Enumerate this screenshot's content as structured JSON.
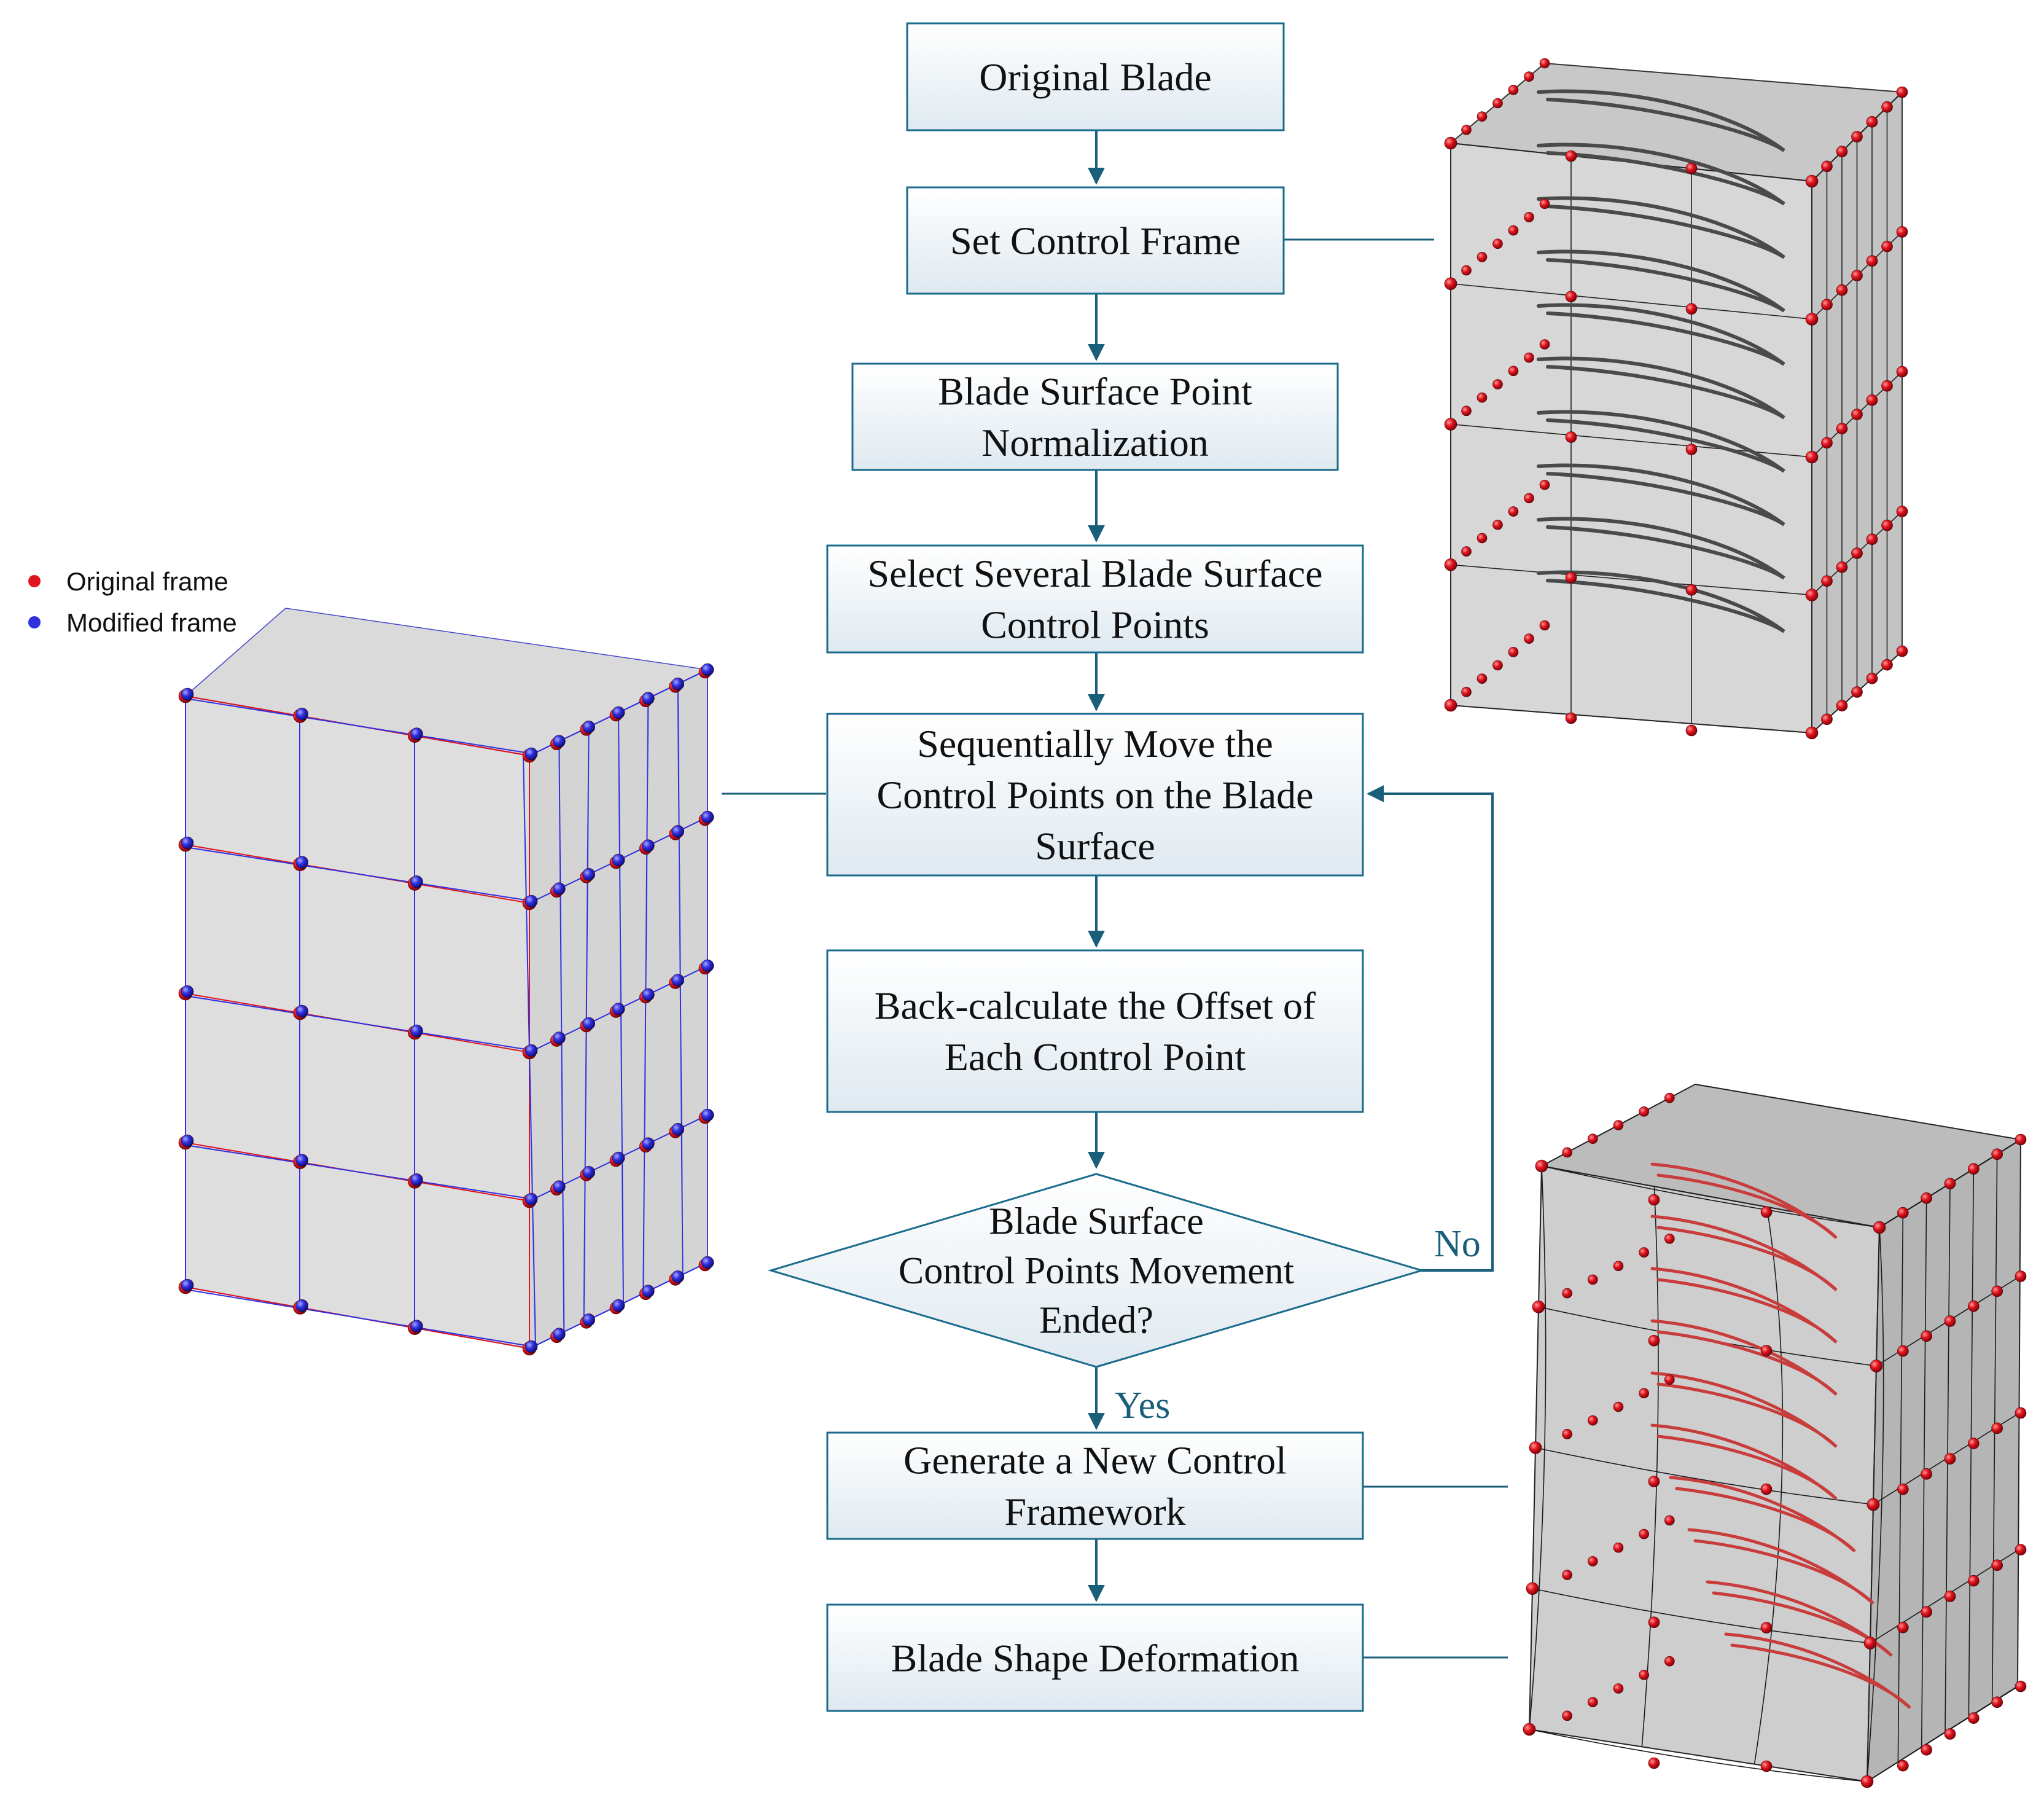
{
  "flowchart": {
    "steps": [
      {
        "id": "original-blade",
        "lines": [
          "Original Blade"
        ]
      },
      {
        "id": "set-control-frame",
        "lines": [
          "Set Control Frame"
        ]
      },
      {
        "id": "normalization",
        "lines": [
          "Blade Surface Point",
          "Normalization"
        ]
      },
      {
        "id": "select-control-points",
        "lines": [
          "Select Several Blade Surface",
          "Control Points"
        ]
      },
      {
        "id": "move-control-points",
        "lines": [
          "Sequentially Move the",
          "Control Points on the Blade",
          "Surface"
        ]
      },
      {
        "id": "back-calculate",
        "lines": [
          "Back-calculate the Offset of",
          "Each Control Point"
        ]
      },
      {
        "id": "decision",
        "lines": [
          "Blade Surface",
          "Control Points Movement",
          "Ended?"
        ]
      },
      {
        "id": "new-framework",
        "lines": [
          "Generate a New Control",
          "Framework"
        ]
      },
      {
        "id": "deformation",
        "lines": [
          "Blade Shape Deformation"
        ]
      }
    ],
    "no_label": "No",
    "yes_label": "Yes"
  },
  "legend": {
    "items": [
      {
        "label": "Original frame",
        "color": "#e0141e"
      },
      {
        "label": "Modified frame",
        "color": "#3030e0"
      }
    ]
  },
  "colors": {
    "box_border": "#1a6b8c",
    "box_fill_top": "#ffffff",
    "box_fill_bottom": "#dfe9f0",
    "arrow": "#1a5f7a",
    "label": "#1a5f7a",
    "node_red": "#e0141e",
    "node_blue": "#3030e0",
    "frame_fill": "#c8c8c8"
  },
  "illustrations": [
    {
      "id": "original-control-frame",
      "depicts": "control frame lattice with stacked blade section curves"
    },
    {
      "id": "original-vs-modified-frame",
      "depicts": "original and modified control frame comparison"
    },
    {
      "id": "deformed-frame",
      "depicts": "deformed control frame with deformed blade sections"
    }
  ]
}
